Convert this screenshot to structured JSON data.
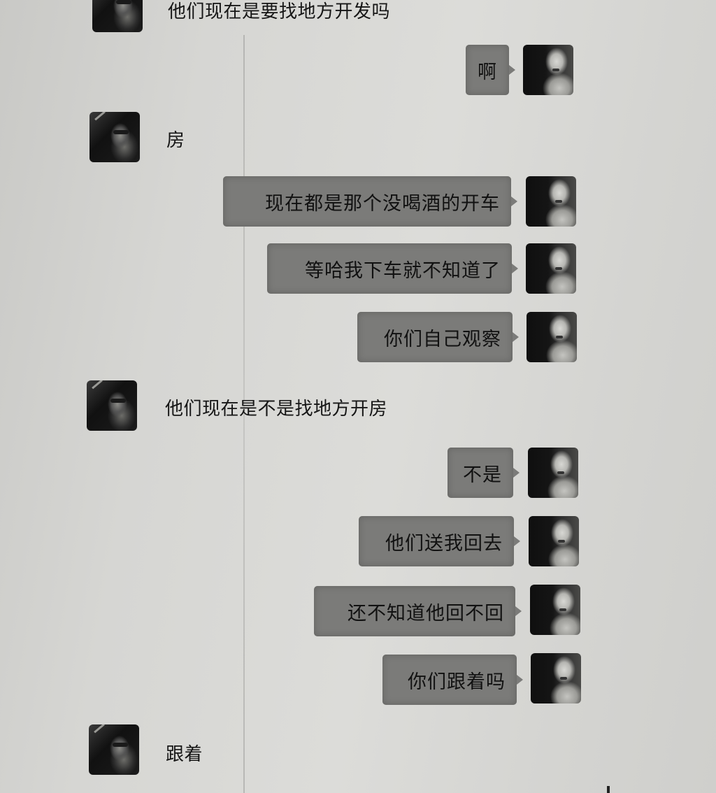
{
  "chat": {
    "messages": [
      {
        "side": "left",
        "text": "他们现在是要找地方开发吗"
      },
      {
        "side": "right",
        "text": "啊"
      },
      {
        "side": "left",
        "text": "房"
      },
      {
        "side": "right",
        "text": "现在都是那个没喝酒的开车"
      },
      {
        "side": "right",
        "text": "等哈我下车就不知道了"
      },
      {
        "side": "right",
        "text": "你们自己观察"
      },
      {
        "side": "left",
        "text": "他们现在是不是找地方开房"
      },
      {
        "side": "right",
        "text": "不是"
      },
      {
        "side": "right",
        "text": "他们送我回去"
      },
      {
        "side": "right",
        "text": "还不知道他回不回"
      },
      {
        "side": "right",
        "text": "你们跟着吗"
      },
      {
        "side": "left",
        "text": "跟着"
      }
    ]
  },
  "colors": {
    "paper": "#d6d6d3",
    "bubble": "#7b7b79",
    "text": "#161616"
  }
}
